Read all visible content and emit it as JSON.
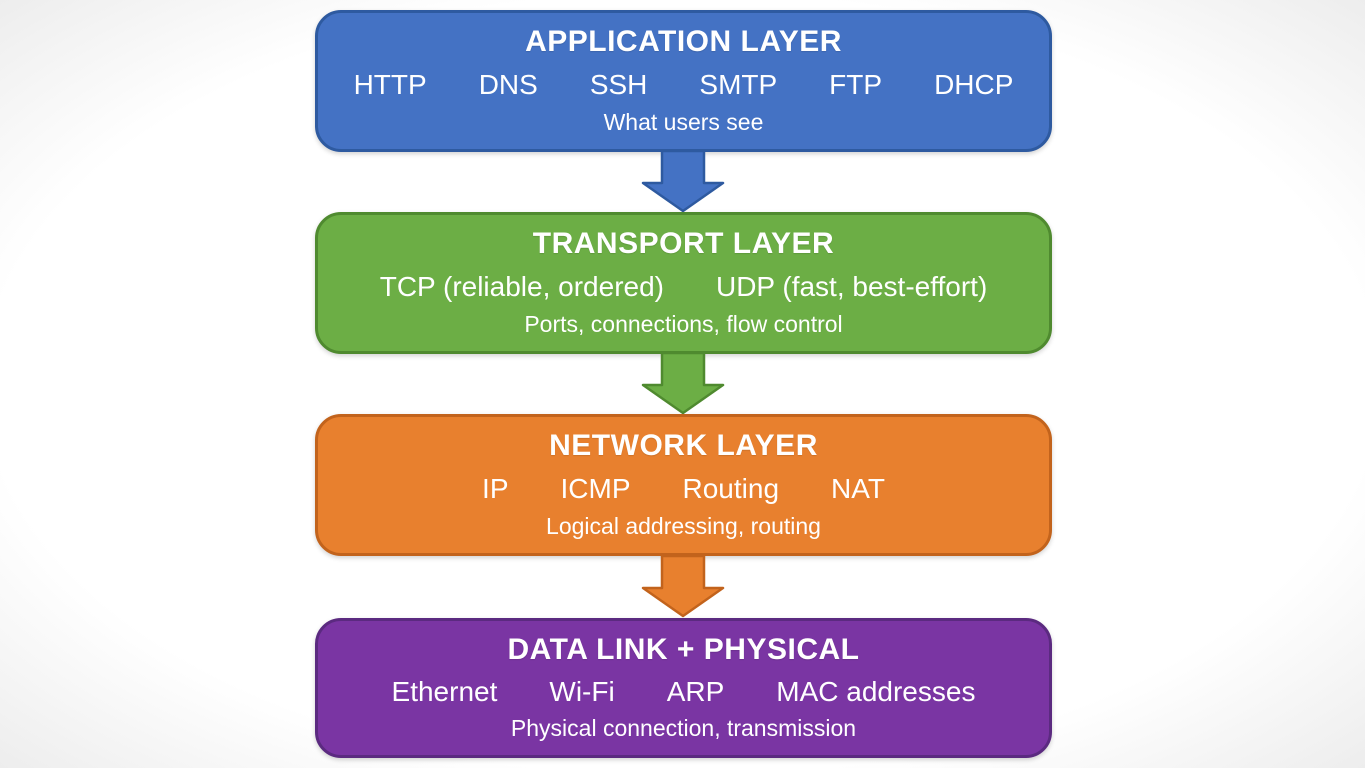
{
  "diagram": {
    "name": "network-stack-layers",
    "background": "#ffffff"
  },
  "layers": [
    {
      "id": "application",
      "title": "APPLICATION LAYER",
      "items": [
        "HTTP",
        "DNS",
        "SSH",
        "SMTP",
        "FTP",
        "DHCP"
      ],
      "subtitle": "What users see",
      "fill": "#4472c4",
      "border": "#2e5aa0",
      "text_color": "#ffffff"
    },
    {
      "id": "transport",
      "title": "TRANSPORT LAYER",
      "items": [
        "TCP (reliable, ordered)",
        "UDP (fast, best-effort)"
      ],
      "subtitle": "Ports, connections, flow control",
      "fill": "#6cae45",
      "border": "#4f8a2f",
      "text_color": "#ffffff"
    },
    {
      "id": "network",
      "title": "NETWORK LAYER",
      "items": [
        "IP",
        "ICMP",
        "Routing",
        "NAT"
      ],
      "subtitle": "Logical addressing, routing",
      "fill": "#e8802e",
      "border": "#c2631c",
      "text_color": "#ffffff"
    },
    {
      "id": "datalink",
      "title": "DATA LINK + PHYSICAL",
      "items": [
        "Ethernet",
        "Wi-Fi",
        "ARP",
        "MAC addresses"
      ],
      "subtitle": "Physical connection, transmission",
      "fill": "#7a35a3",
      "border": "#5b2a80",
      "text_color": "#ffffff"
    }
  ],
  "arrows": [
    {
      "id": "app-to-transport",
      "fill": "#4472c4",
      "stroke": "#2e5aa0"
    },
    {
      "id": "transport-to-network",
      "fill": "#6cae45",
      "stroke": "#4f8a2f"
    },
    {
      "id": "network-to-datalink",
      "fill": "#e8802e",
      "stroke": "#c2631c"
    }
  ]
}
